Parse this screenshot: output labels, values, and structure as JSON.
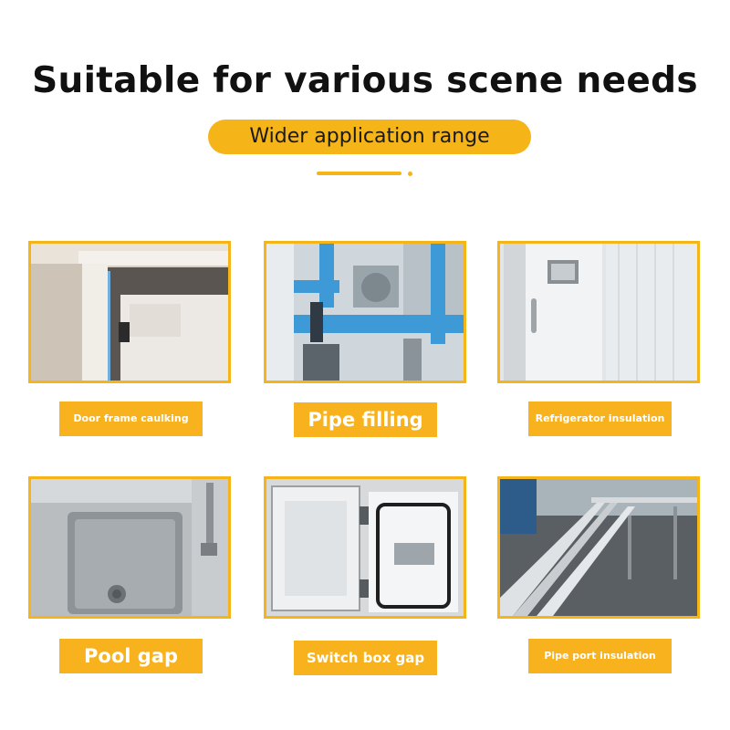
{
  "headline": "Suitable for various scene needs",
  "subtitle": "Wider application range",
  "colors": {
    "accent": "#f5b418",
    "caption_bg": "#f7b21d",
    "text": "#111111"
  },
  "scenes": [
    {
      "label": "Door frame caulking",
      "image": "door-frame-photo"
    },
    {
      "label": "Pipe filling",
      "image": "blue-pipes-photo"
    },
    {
      "label": "Refrigerator insulation",
      "image": "cold-room-door-photo"
    },
    {
      "label": "Pool gap",
      "image": "steel-sink-photo"
    },
    {
      "label": "Switch box gap",
      "image": "switch-box-photo"
    },
    {
      "label": "Pipe port insulation",
      "image": "rooftop-pipes-photo"
    }
  ]
}
